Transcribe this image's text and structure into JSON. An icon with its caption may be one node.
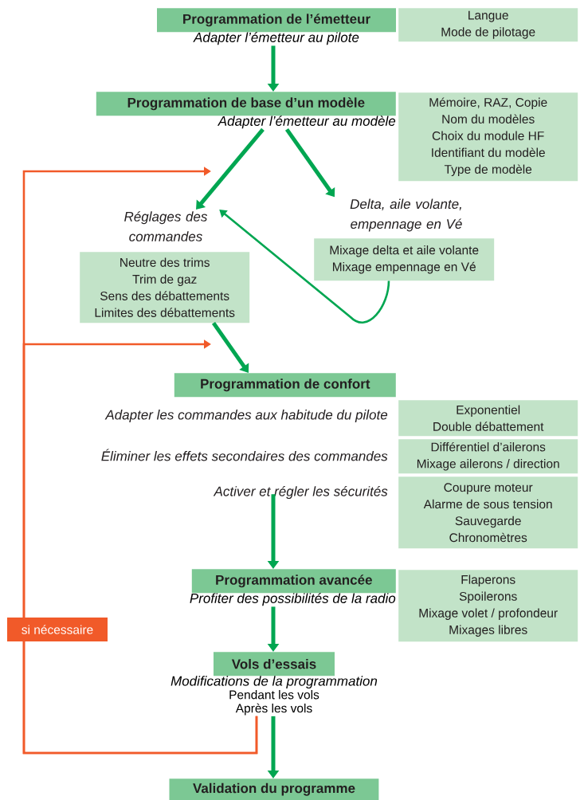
{
  "diagram": {
    "nodes": [
      {
        "text": [
          "Programmation de l’émetteur"
        ],
        "beside": [
          "Adapter l’émetteur au pilote"
        ]
      },
      {
        "text": [
          "Langue",
          "Mode de pilotage"
        ]
      },
      {
        "text": [
          "Programmation de base d’un modèle"
        ],
        "beside": [
          "Adapter l’émetteur au modèle"
        ]
      },
      {
        "text": [
          "Mémoire, RAZ, Copie",
          "Nom du modèles",
          "Choix du module HF",
          "Identifiant du modèle",
          "Type de modèle"
        ]
      },
      {
        "text": [
          "Réglages des commandes"
        ]
      },
      {
        "text": [
          "Neutre des trims",
          "Trim de gaz",
          "Sens des débattements",
          "Limites des débattements"
        ]
      },
      {
        "text": [
          "Delta, aile volante, empennage en Vé"
        ]
      },
      {
        "text": [
          "Mixage delta et aile volante",
          "Mixage empennage en Vé"
        ]
      },
      {
        "text": [
          "Programmation de confort"
        ]
      },
      {
        "text": [
          "Exponentiel",
          "Double débattement"
        ],
        "beside": [
          "Adapter les commandes aux habitude du pilote"
        ]
      },
      {
        "text": [
          "Différentiel d’ailerons",
          "Mixage ailerons / direction"
        ],
        "beside": [
          "Éliminer les effets secondaires des commandes"
        ]
      },
      {
        "text": [
          "Coupure moteur",
          "Alarme de sous tension",
          "Sauvegarde",
          "Chronomètres"
        ],
        "beside": [
          "Activer et régler les sécurités"
        ]
      },
      {
        "text": [
          "Programmation avancée"
        ],
        "beside": [
          "Profiter des possibilités de la radio"
        ]
      },
      {
        "text": [
          "Flaperons",
          "Spoilerons",
          "Mixage volet / profondeur",
          "Mixages libres"
        ]
      },
      {
        "text": [
          "Vols d’essais"
        ],
        "beside": [
          "Modifications de la programmation",
          "Pendant les vols",
          "Après les vols"
        ]
      },
      {
        "text": [
          "Validation du programme"
        ]
      }
    ],
    "edges": [
      {
        "from": 0,
        "to": 2,
        "arrow": "to"
      },
      {
        "from": 2,
        "to": 4,
        "arrow": "to"
      },
      {
        "from": 2,
        "to": 6,
        "arrow": "to"
      },
      {
        "from": 7,
        "to": 4,
        "arrow": "to"
      },
      {
        "from": 5,
        "to": 8,
        "arrow": "to"
      },
      {
        "from": 11,
        "to": 12,
        "arrow": "to"
      },
      {
        "from": 12,
        "to": 14,
        "arrow": "to"
      },
      {
        "from": 14,
        "to": 15,
        "arrow": "to"
      },
      {
        "from": 14,
        "to": null,
        "arrow": "to",
        "label": "si nécessaire",
        "color": "#f15a29"
      },
      {
        "from": 14,
        "to": null,
        "arrow": "to",
        "color": "#f15a29"
      }
    ]
  }
}
